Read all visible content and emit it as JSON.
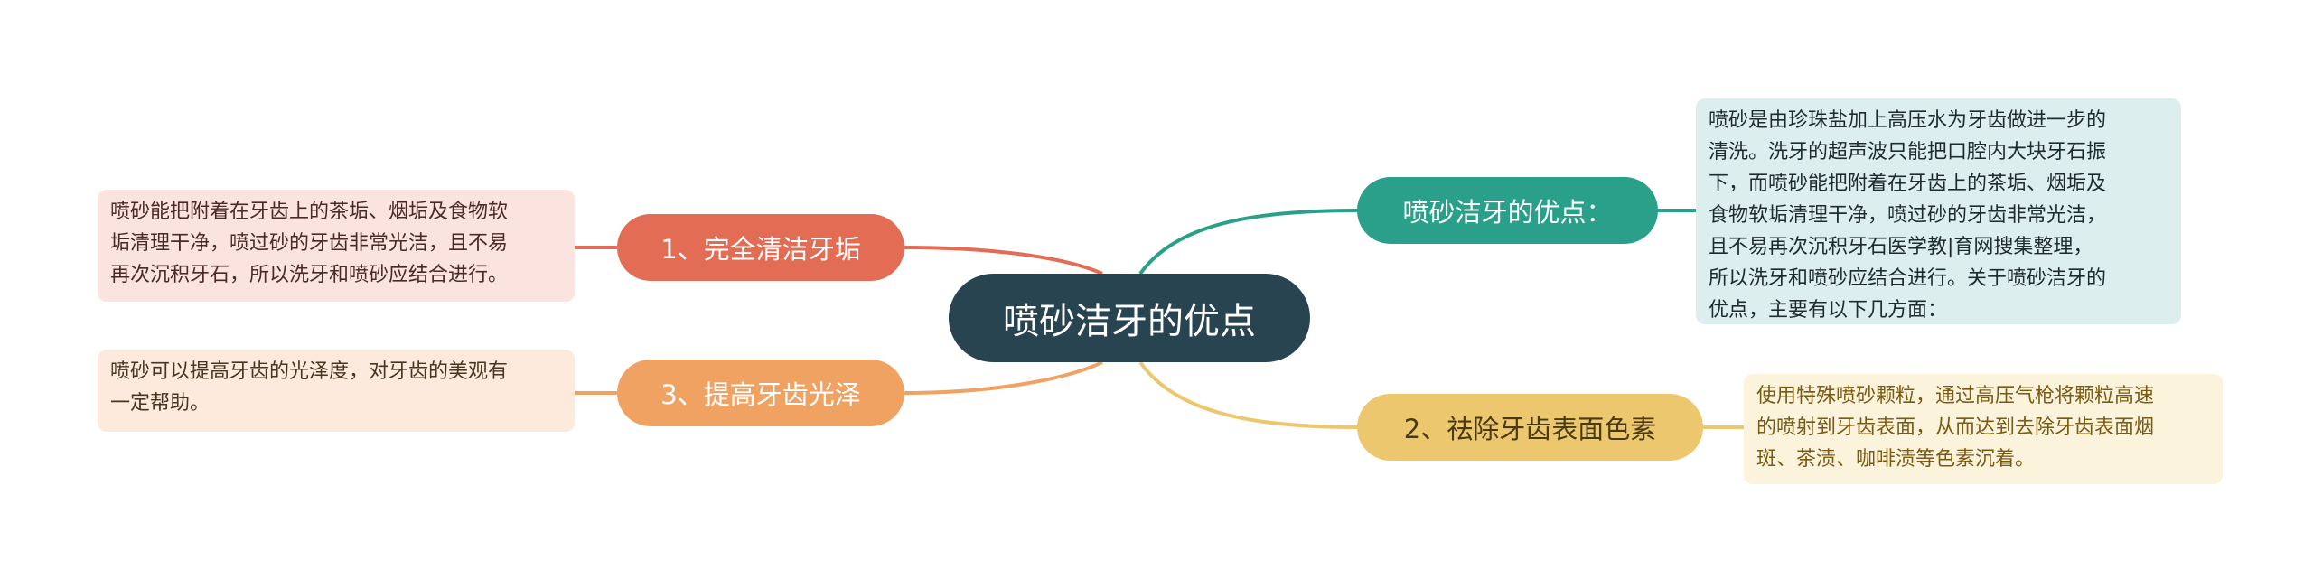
{
  "center": {
    "label": "喷砂洁牙的优点"
  },
  "colors": {
    "center": "#284451",
    "teal": "#2a9f8a",
    "yellow": "#edc76d",
    "red": "#e26c54",
    "orange": "#f0a262",
    "teal_note": "#dcefee",
    "yellow_note": "#fcf3dc",
    "red_note": "#fbe3e0",
    "orange_note": "#fdeadd"
  },
  "branches": {
    "teal": {
      "label": "喷砂洁牙的优点：",
      "note_lines": [
        "喷砂是由珍珠盐加上高压水为牙齿做进一步的",
        "清洗。洗牙的超声波只能把口腔内大块牙石振",
        "下，而喷砂能把附着在牙齿上的茶垢、烟垢及",
        "食物软垢清理干净，喷过砂的牙齿非常光洁，",
        "且不易再次沉积牙石医学教|育网搜集整理，",
        "所以洗牙和喷砂应结合进行。关于喷砂洁牙的",
        "优点，主要有以下几方面："
      ]
    },
    "yellow": {
      "label": "2、祛除牙齿表面色素",
      "note_lines": [
        "使用特殊喷砂颗粒，通过高压气枪将颗粒高速",
        "的喷射到牙齿表面，从而达到去除牙齿表面烟",
        "斑、茶渍、咖啡渍等色素沉着。"
      ]
    },
    "red": {
      "label": "1、完全清洁牙垢",
      "note_lines": [
        "喷砂能把附着在牙齿上的茶垢、烟垢及食物软",
        "垢清理干净，喷过砂的牙齿非常光洁，且不易",
        "再次沉积牙石，所以洗牙和喷砂应结合进行。"
      ]
    },
    "orange": {
      "label": "3、提高牙齿光泽",
      "note_lines": [
        "喷砂可以提高牙齿的光泽度，对牙齿的美观有",
        "一定帮助。"
      ]
    }
  }
}
